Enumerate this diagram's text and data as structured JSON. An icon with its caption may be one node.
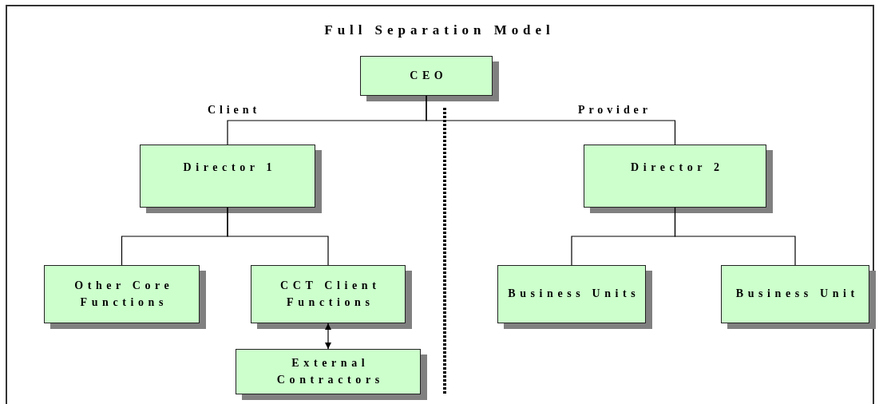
{
  "diagram": {
    "title": "Full Separation Model",
    "nodes": [
      {
        "text": [
          "CEO"
        ]
      },
      {
        "text": [
          "Director 1"
        ]
      },
      {
        "text": [
          "Director 2"
        ]
      },
      {
        "text": [
          "Other Core Functions"
        ]
      },
      {
        "text": [
          "CCT Client Functions"
        ]
      },
      {
        "text": [
          "Business Units"
        ]
      },
      {
        "text": [
          "Business Unit"
        ]
      },
      {
        "text": [
          "External Contractors"
        ]
      }
    ],
    "edges": [
      {
        "from": 0,
        "to": 1,
        "arrow": "none",
        "label": "Client"
      },
      {
        "from": 0,
        "to": 2,
        "arrow": "none",
        "label": "Provider"
      },
      {
        "from": 1,
        "to": 3,
        "arrow": "none"
      },
      {
        "from": 1,
        "to": 4,
        "arrow": "none"
      },
      {
        "from": 2,
        "to": 5,
        "arrow": "none"
      },
      {
        "from": 2,
        "to": 6,
        "arrow": "none"
      },
      {
        "from": 4,
        "to": 7,
        "arrow": "both"
      }
    ]
  }
}
